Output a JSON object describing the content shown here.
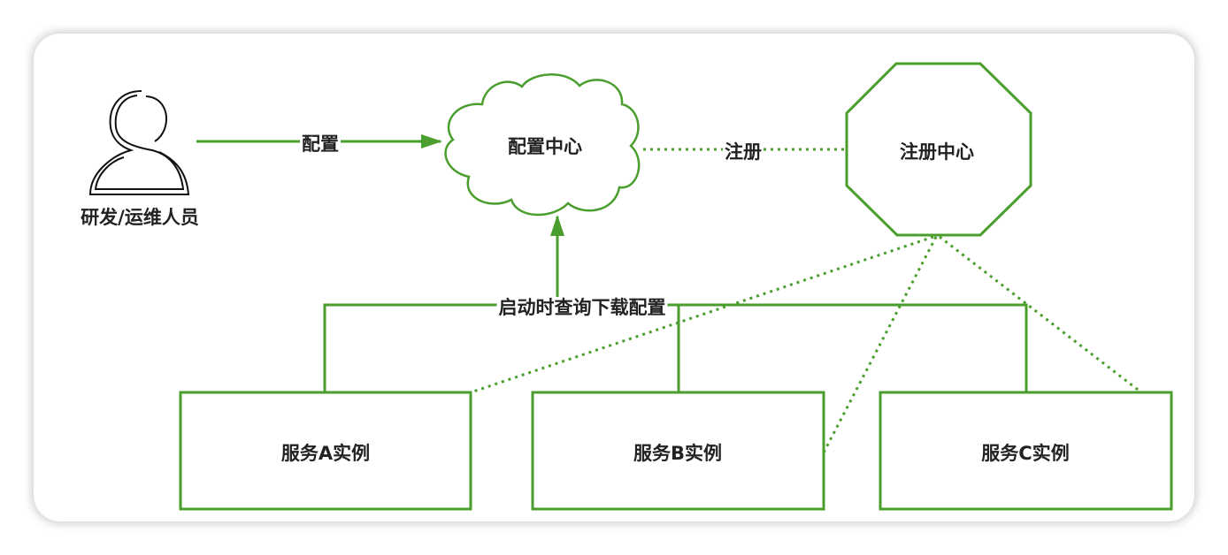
{
  "nodes": {
    "person": "研发/运维人员",
    "config_center": "配置中心",
    "registry_center": "注册中心",
    "service_a": "服务A实例",
    "service_b": "服务B实例",
    "service_c": "服务C实例"
  },
  "edges": {
    "configure": "配置",
    "register": "注册",
    "startup_fetch": "启动时查询下载配置"
  },
  "colors": {
    "accent": "#4a9e2e",
    "text": "#222222"
  }
}
